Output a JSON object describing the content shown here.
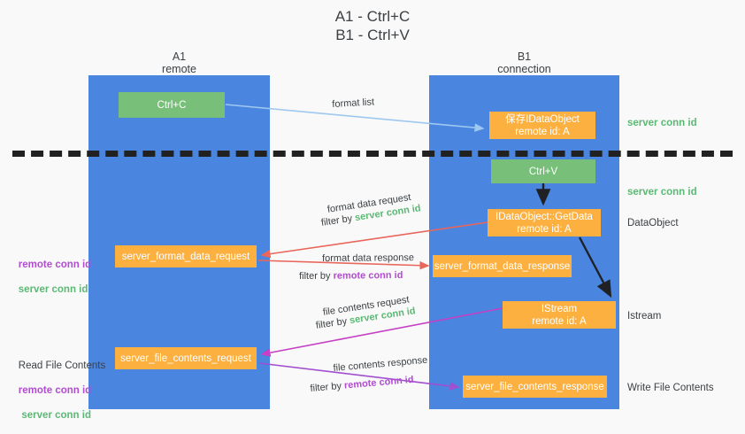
{
  "title": "A1 - Ctrl+C\nB1 - Ctrl+V",
  "colors": {
    "background": "#f9f9f9",
    "lane": "#4a86e0",
    "green_box": "#78c07a",
    "orange_box": "#fbb040",
    "green_text": "#5bb974",
    "purple_text": "#b14ed0",
    "dark_text": "#3c4043",
    "arrow_blue": "#9ec8ef",
    "arrow_red": "#e8665c",
    "arrow_magenta": "#c540c5",
    "arrow_purple": "#a24ed0",
    "arrow_black": "#202124"
  },
  "columns": [
    {
      "name": "A1",
      "sub": "remote"
    },
    {
      "name": "B1",
      "sub": "connection"
    }
  ],
  "boxes": {
    "ctrl_c": "Ctrl+C",
    "ctrl_v": "Ctrl+V",
    "save_dataobject": "保存IDataObject\nremote id: A",
    "getdata": "IDataObject::GetData\nremote id: A",
    "istream": "IStream\nremote id: A",
    "format_data_request": "server_format_data_request",
    "format_data_response": "server_format_data_response",
    "file_contents_request": "server_file_contents_request",
    "file_contents_response": "server_file_contents_response"
  },
  "edge_labels": {
    "format_list": "format list",
    "format_data_request": "format data request",
    "format_data_request_filter_prefix": "filter by ",
    "format_data_request_filter_value": "server conn id",
    "format_data_response": "format data response",
    "format_data_response_filter_prefix": "filter by ",
    "format_data_response_filter_value": "remote conn id",
    "file_contents_request": "file contents request",
    "file_contents_request_filter_prefix": "filter by ",
    "file_contents_request_filter_value": "server conn id",
    "file_contents_response": "file contents response",
    "file_contents_response_filter_prefix": "filter by ",
    "file_contents_response_filter_value": "remote conn id"
  },
  "right_labels": {
    "server_conn_id_1": "server conn id",
    "server_conn_id_2": "server conn id",
    "dataobject": "DataObject",
    "istream": "Istream",
    "write_file_contents": "Write File Contents"
  },
  "left_labels": {
    "remote_conn_id_1": "remote conn id",
    "server_conn_id_1": "server conn id",
    "read_file_contents": "Read File Contents",
    "remote_conn_id_2": "remote conn id",
    "server_conn_id_2": "server conn id"
  }
}
